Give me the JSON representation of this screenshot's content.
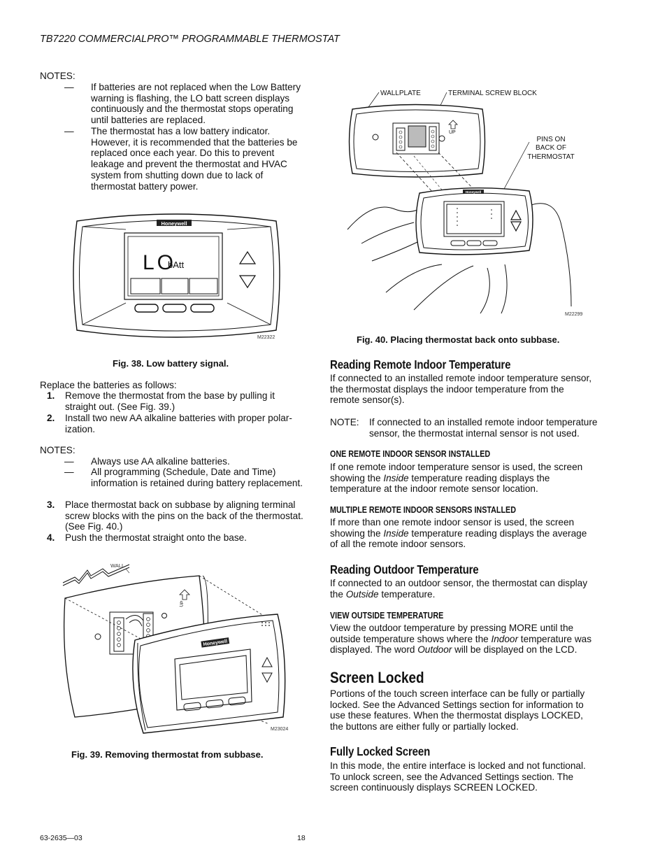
{
  "header": {
    "title": "TB7220 COMMERCIALPRO™ PROGRAMMABLE THERMOSTAT"
  },
  "left": {
    "notes1_label": "NOTES:",
    "notes1": [
      {
        "dash": "—",
        "lines": [
          "If batteries are not replaced when the Low Battery",
          "warning is flashing, the LO batt screen displays",
          "continuously and the thermostat stops operating",
          "until batteries are replaced."
        ]
      },
      {
        "dash": "—",
        "lines": [
          "The thermostat has a low battery indicator.",
          "However, it is recommended that the batteries be",
          "replaced once each year. Do this to prevent",
          "leakage and prevent the thermostat and HVAC",
          "system from shutting down due to lack of",
          "thermostat battery power."
        ]
      }
    ],
    "fig38": {
      "lcd_big": "LO",
      "lcd_small": "bAtt",
      "brand": "Honeywell",
      "code": "M22322",
      "caption": "Fig. 38. Low battery signal."
    },
    "replace_intro": "Replace the batteries as follows:",
    "steps1": [
      {
        "num": "1.",
        "lines": [
          "Remove the thermostat from the base by pulling it",
          "straight out. (See Fig. 39.)"
        ]
      },
      {
        "num": "2.",
        "lines": [
          "Install two new AA alkaline batteries with proper polar-",
          "ization."
        ]
      }
    ],
    "notes2_label": "NOTES:",
    "notes2": [
      {
        "dash": "—",
        "lines": [
          "Always use AA alkaline batteries."
        ]
      },
      {
        "dash": "—",
        "lines": [
          "All programming (Schedule, Date and Time)",
          "information is retained during battery replacement."
        ]
      }
    ],
    "steps2": [
      {
        "num": "3.",
        "lines": [
          "Place thermostat back on subbase by aligning terminal",
          "screw blocks with the pins on the back of the thermostat.",
          "(See Fig. 40.)"
        ]
      },
      {
        "num": "4.",
        "lines": [
          "Push the thermostat straight onto the base."
        ]
      }
    ],
    "fig39": {
      "wall": "WALL",
      "brand": "Honeywell",
      "up": "UP",
      "code": "M23024",
      "caption": "Fig. 39. Removing thermostat from subbase."
    }
  },
  "right": {
    "fig40": {
      "wallplate": "WALLPLATE",
      "terminal": "TERMINAL SCREW BLOCK",
      "pins": [
        "PINS ON",
        "BACK OF",
        "THERMOSTAT"
      ],
      "up": "UP",
      "brand": "Honeywell",
      "code": "M22299",
      "caption": "Fig. 40. Placing thermostat back onto subbase."
    },
    "s1_title": "Reading Remote Indoor Temperature",
    "s1_para": [
      "If connected to an installed remote indoor temperature sensor,",
      "the thermostat displays the indoor temperature from the",
      "remote sensor(s)."
    ],
    "s1_note_label": "NOTE:",
    "s1_note": [
      "If connected to an installed remote indoor temperature",
      "sensor, the thermostat internal sensor is not used."
    ],
    "s2_title": "ONE REMOTE INDOOR SENSOR INSTALLED",
    "s2_l1": "If one remote indoor temperature sensor is used, the screen",
    "s2_l2a": "showing the ",
    "s2_l2i": "Inside",
    "s2_l2b": " temperature reading displays the",
    "s2_l3": "temperature at the indoor remote sensor location.",
    "s3_title": "MULTIPLE REMOTE INDOOR SENSORS INSTALLED",
    "s3_l1": "If more than one remote indoor sensor is used, the screen",
    "s3_l2a": "showing the ",
    "s3_l2i": "Inside",
    "s3_l2b": " temperature reading displays the average",
    "s3_l3": "of all the remote indoor sensors.",
    "s4_title": "Reading Outdoor Temperature",
    "s4_l1": "If connected to an outdoor sensor, the thermostat can display",
    "s4_l2a": "the ",
    "s4_l2i": "Outside",
    "s4_l2b": " temperature.",
    "s5_title": "VIEW OUTSIDE TEMPERATURE",
    "s5_l1": "View the outdoor temperature by pressing MORE until the",
    "s5_l2a": "outside temperature shows where the ",
    "s5_l2i": "Indoor",
    "s5_l2b": " temperature was",
    "s5_l3a": "displayed. The word ",
    "s5_l3i": "Outdoor",
    "s5_l3b": " will be displayed on the LCD.",
    "s6_title": "Screen Locked",
    "s6_para": [
      "Portions of the touch screen interface can be fully or partially",
      "locked. See the Advanced Settings section for information to",
      "use these features. When the thermostat displays LOCKED,",
      "the buttons are either fully or partially locked."
    ],
    "s7_title": "Fully Locked Screen",
    "s7_para": [
      "In this mode, the entire interface is locked and not functional.",
      "To unlock screen, see the Advanced Settings section. The",
      "screen continuously displays SCREEN LOCKED."
    ]
  },
  "footer": {
    "doc": "63-2635—03",
    "page": "18"
  }
}
